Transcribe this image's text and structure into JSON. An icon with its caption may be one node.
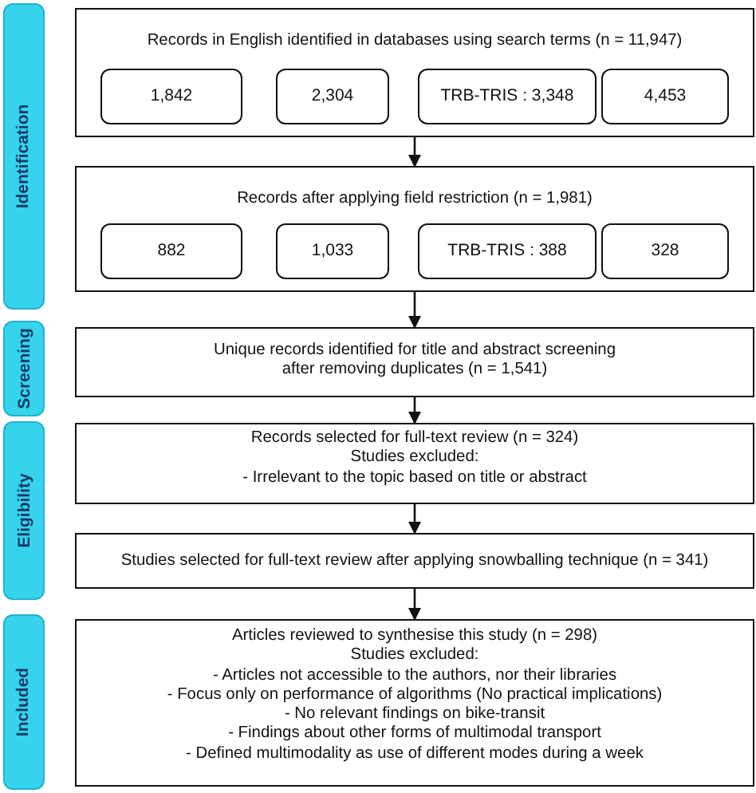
{
  "diagram": {
    "nodes": [
      {
        "text": [
          "Identification"
        ]
      },
      {
        "text": [
          "Records in English identified in databases using search terms (n = 11,947)"
        ]
      },
      {
        "text": [
          "1,842"
        ],
        "in": 1
      },
      {
        "text": [
          "2,304"
        ],
        "in": 1
      },
      {
        "text": [
          "TRB-TRIS : 3,348"
        ],
        "in": 1
      },
      {
        "text": [
          "4,453"
        ],
        "in": 1
      },
      {
        "text": [
          "Records after applying field restriction (n = 1,981)"
        ]
      },
      {
        "text": [
          "882"
        ],
        "in": 6
      },
      {
        "text": [
          "1,033"
        ],
        "in": 6
      },
      {
        "text": [
          "TRB-TRIS : 388"
        ],
        "in": 6
      },
      {
        "text": [
          "328"
        ],
        "in": 6
      },
      {
        "text": [
          "Screening"
        ]
      },
      {
        "text": [
          "Unique records identified for title and abstract screening after removing duplicates (n = 1,541)"
        ]
      },
      {
        "text": [
          "Eligibility"
        ]
      },
      {
        "text": [
          "Records selected for full-text review (n = 324)",
          "Studies excluded:",
          "- Irrelevant to the topic based on title or abstract"
        ]
      },
      {
        "text": [
          "Studies selected for full-text review after applying snowballing technique (n = 341)"
        ]
      },
      {
        "text": [
          "Included"
        ]
      },
      {
        "text": [
          "Articles reviewed to synthesise this study (n = 298)",
          "Studies excluded:",
          "- Articles not accessible to the authors, nor their libraries",
          "- Focus only on performance of algorithms (No practical implications)",
          "- No relevant findings on bike-transit",
          "- Findings about other forms of multimodal transport",
          "- Defined multimodality as use of different modes during a week"
        ]
      }
    ],
    "edges": [
      {
        "from": 1,
        "to": 6,
        "arrow": "to"
      },
      {
        "from": 6,
        "to": 12,
        "arrow": "to"
      },
      {
        "from": 12,
        "to": 14,
        "arrow": "to"
      },
      {
        "from": 14,
        "to": 15,
        "arrow": "to"
      },
      {
        "from": 15,
        "to": 17,
        "arrow": "to"
      }
    ]
  }
}
